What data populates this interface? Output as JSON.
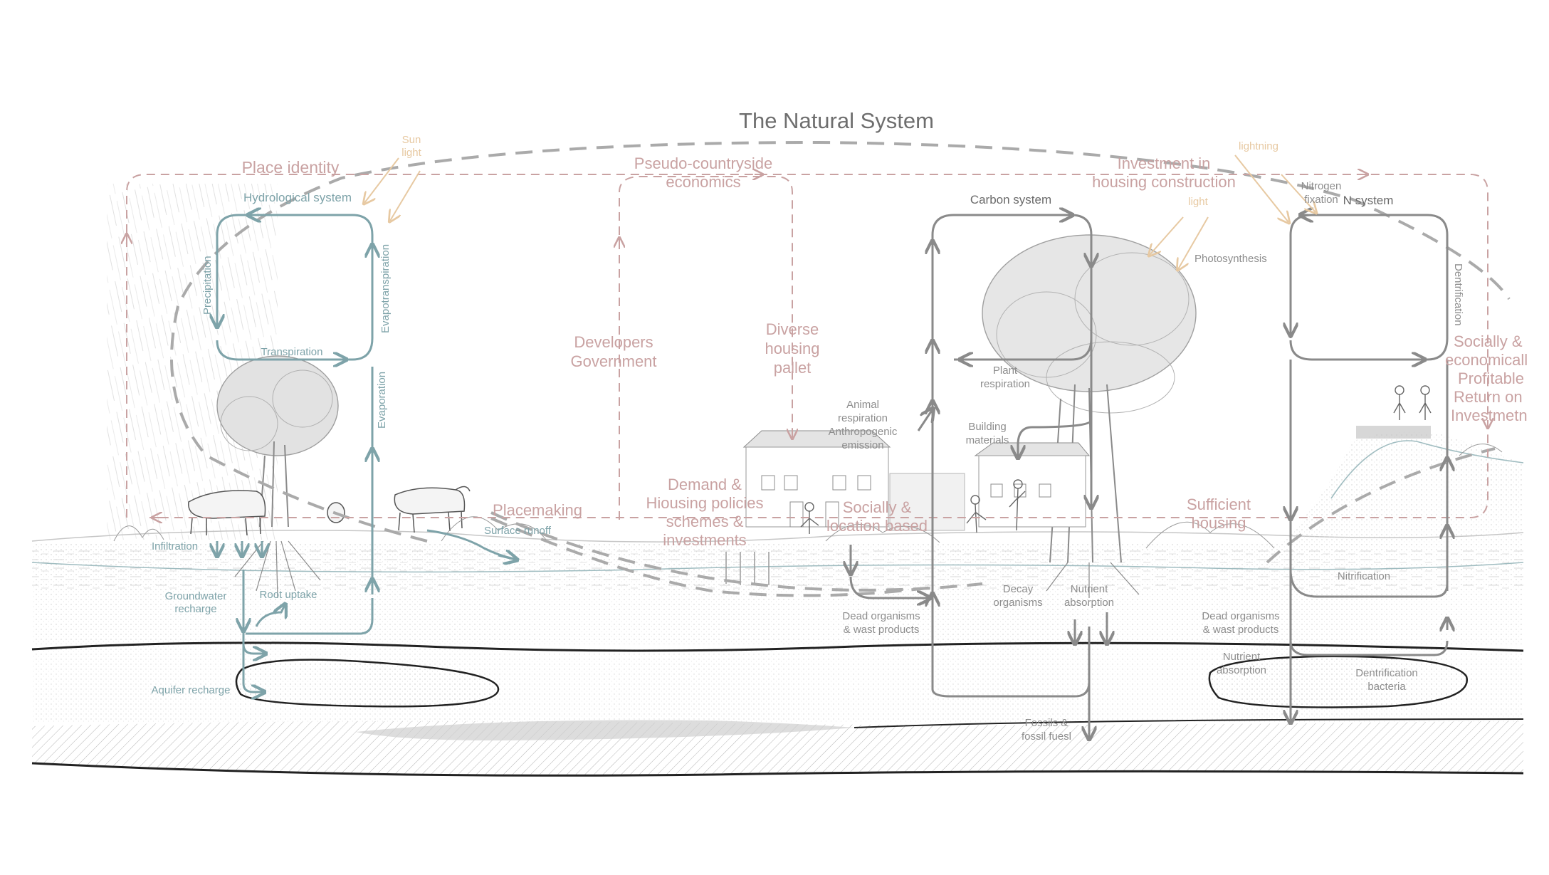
{
  "title": "The Natural System",
  "colors": {
    "water": "#7ea3a9",
    "carbon": "#8a8a8a",
    "socio": "#c9a2a2",
    "sun": "#e7c9a2",
    "dashed_boundary": "#aaaaaa",
    "ground_line": "#222222"
  },
  "socio_economic": {
    "place_identity": "Place identity",
    "pseudo_countryside_1": "Pseudo-countryside",
    "pseudo_countryside_2": "economics",
    "investment_1": "Investment in",
    "investment_2": "housing construction",
    "developers": "Developers",
    "government": "Government",
    "diverse_1": "Diverse",
    "diverse_2": "housing",
    "diverse_3": "pallet",
    "placemaking": "Placemaking",
    "demand_1": "Demand &",
    "demand_2": "Hiousing policies",
    "demand_3": "schemes &",
    "demand_4": "investments",
    "social_1": "Socially &",
    "social_2": "location based",
    "sufficient_1": "Sufficient",
    "sufficient_2": "housing",
    "return_1": "Socially &",
    "return_2": "economicall",
    "return_3": "Profitable",
    "return_4": "Return on",
    "return_5": "Investmetn"
  },
  "hydrological": {
    "heading": "Hydrological system",
    "precipitation": "Precipitation",
    "evapotranspiration": "Evapotranspiration",
    "transpiration": "Transpiration",
    "evaporation": "Evaporation",
    "infiltration": "Infiltration",
    "surface_runoff": "Surface runoff",
    "groundwater_1": "Groundwater",
    "groundwater_2": "recharge",
    "root_uptake": "Root uptake",
    "aquifer_recharge": "Aquifer recharge"
  },
  "carbon": {
    "heading": "Carbon system",
    "photosynthesis": "Photosynthesis",
    "plant_resp_1": "Plant",
    "plant_resp_2": "respiration",
    "animal_1": "Animal",
    "animal_2": "respiration",
    "animal_3": "Anthropogenic",
    "animal_4": "emission",
    "building_1": "Building",
    "building_2": "materials",
    "decay_1": "Decay",
    "decay_2": "organisms",
    "nutrient_1": "Nutrient",
    "nutrient_2": "absorption",
    "dead_1": "Dead organisms",
    "dead_2": "& wast products",
    "fossils_1": "Fossils &",
    "fossils_2": "fossil fuesl"
  },
  "nitrogen": {
    "heading": "N system",
    "fixation_1": "Nitrogen",
    "fixation_2": "fixation",
    "dentrification": "Dentrification",
    "nitrification": "Nitrification",
    "dead_1": "Dead organisms",
    "dead_2": "& wast products",
    "nutrient_1": "Nutrient",
    "nutrient_2": "absorption",
    "bacteria_1": "Dentrification",
    "bacteria_2": "bacteria"
  },
  "sun": {
    "sun_1": "Sun",
    "sun_2": "light",
    "lightning": "lightning",
    "light": "light"
  }
}
